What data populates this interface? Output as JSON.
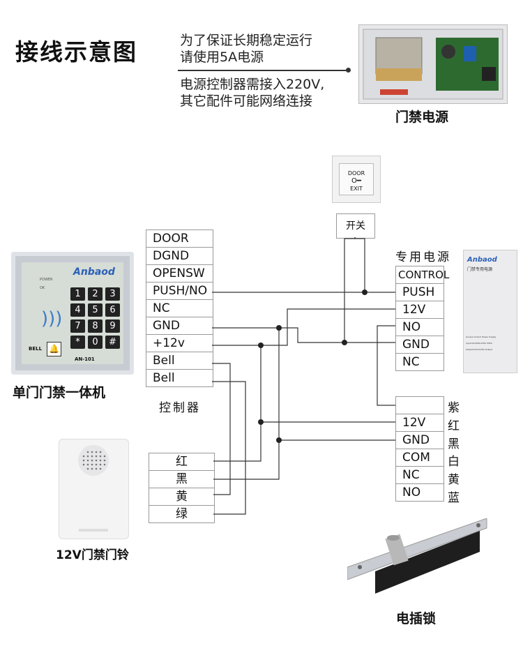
{
  "title": "接线示意图",
  "notes": {
    "line1": "为了保证长期稳定运行",
    "line2": "请使用5A电源",
    "line3": "电源控制器需接入220V,",
    "line4": "其它配件可能网络连接"
  },
  "captions": {
    "power_supply": "门禁电源",
    "keypad": "单门门禁一体机",
    "doorbell": "12V门禁门铃",
    "lock": "电插锁",
    "controller": "控制器",
    "dedicated_power": "专用电源",
    "switch": "开关"
  },
  "keypad": {
    "brand": "Anbaod",
    "model": "AN-101",
    "power_label": "POWER",
    "ok_label": "OK",
    "bell_label": "BELL",
    "keys": [
      "1",
      "2",
      "3",
      "4",
      "5",
      "6",
      "7",
      "8",
      "9",
      "*",
      "0",
      "#"
    ]
  },
  "exit_button": {
    "top": "DOOR",
    "bottom": "EXIT"
  },
  "psu_device": {
    "brand": "Anbaod",
    "label": "门禁专用电源",
    "spec1": "Access Control Power Supply",
    "spec2": "Input:AC200V-230V 50Hz",
    "spec3": "Output:DC12V/5A Output"
  },
  "controller_terminals": [
    "DOOR",
    "DGND",
    "OPENSW",
    "PUSH/NO",
    "NC",
    "GND",
    "+12v",
    "Bell",
    "Bell"
  ],
  "power_terminals": [
    "CONTROL",
    "PUSH",
    "12V",
    "NO",
    "GND",
    "NC"
  ],
  "lock_terminals": [
    {
      "label": "",
      "color": "紫"
    },
    {
      "label": "12V",
      "color": "红"
    },
    {
      "label": "GND",
      "color": "黑"
    },
    {
      "label": "COM",
      "color": "白"
    },
    {
      "label": "NC",
      "color": "黄"
    },
    {
      "label": "NO",
      "color": "蓝"
    }
  ],
  "bell_terminals": [
    "红",
    "黑",
    "黄",
    "绿"
  ]
}
